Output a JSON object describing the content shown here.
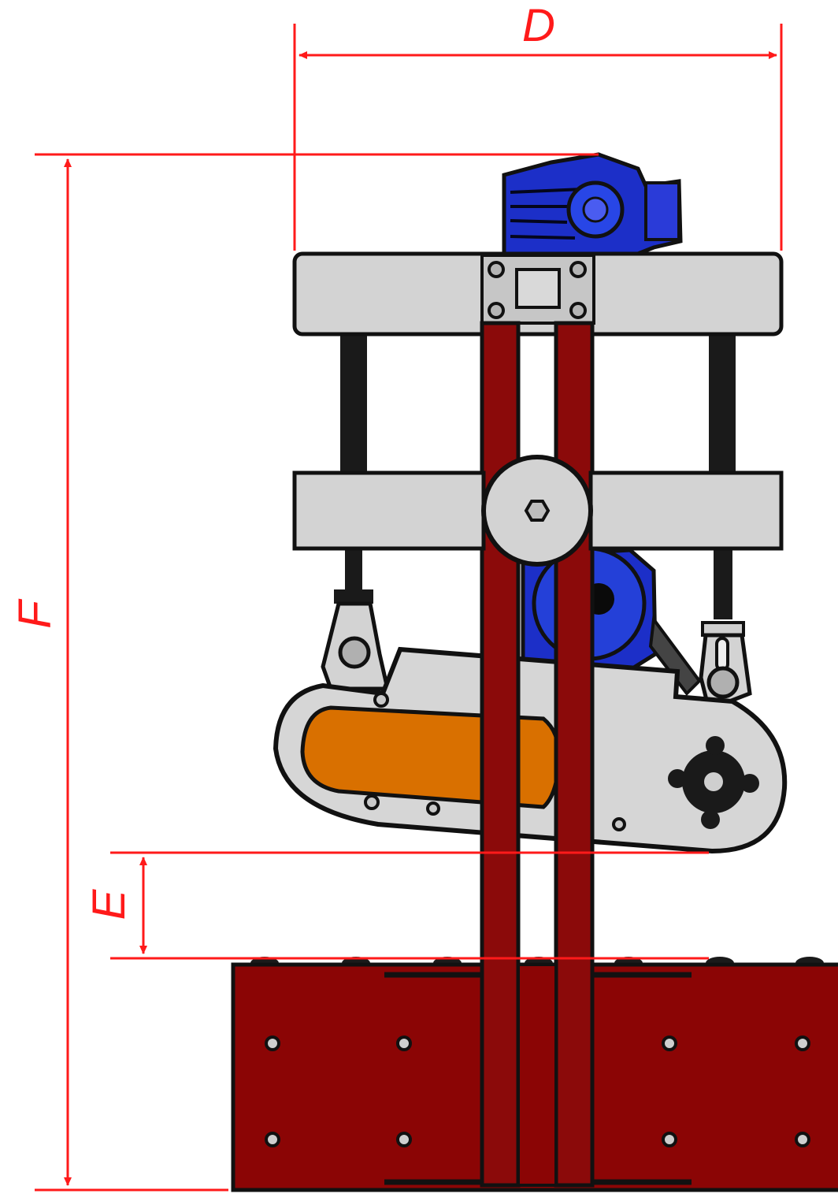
{
  "diagram": {
    "dimension_labels": {
      "width": "D",
      "clearance": "E",
      "height": "F"
    },
    "colors": {
      "dimension_line": "#ff1a1a",
      "frame_plate": "#d3d3d3",
      "column": "#8b0a0a",
      "base": "#8b0505",
      "motor": "#1c2fc8",
      "belt": "#d97000",
      "outline": "#111111"
    }
  }
}
